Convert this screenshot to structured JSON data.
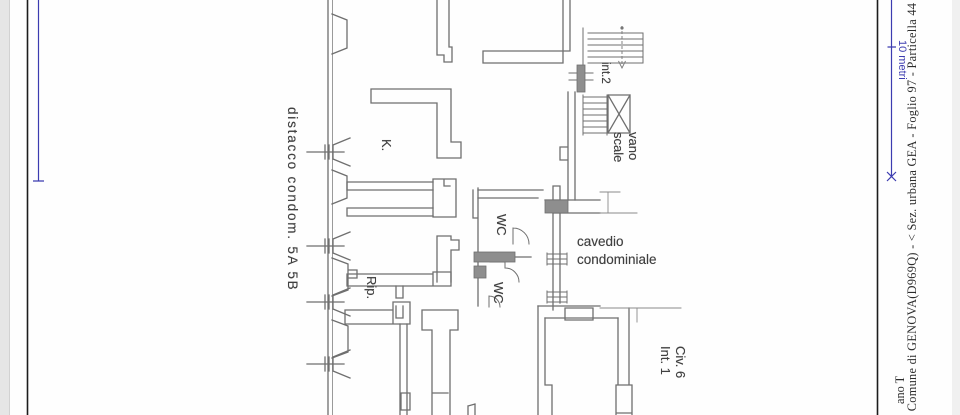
{
  "document": {
    "margin_text_main": "- Comune di GENOVA(D969Q) - < Sez. urbana GEA -  Foglio 97 - Particella  44 -",
    "margin_text_floor": "ano T",
    "scale_label": "10 metri"
  },
  "plan": {
    "labels": {
      "kitchen": "K.",
      "storage": "Rip.",
      "wc_top": "WC",
      "wc_bottom": "WC",
      "unit2": "int.2",
      "stairwell_line1": "vano",
      "stairwell_line2": "scale",
      "courtyard_line1": "cavedio",
      "courtyard_line2": "condominiale",
      "unit1_line1": "Civ. 6",
      "unit1_line2": "Int. 1",
      "detachment": "distacco condom. 5A 5B"
    }
  },
  "colors": {
    "wall_line": "#6f6f6f",
    "frame_line": "#1c1c1c",
    "scale_blue": "#3c3cb0",
    "label_gray": "#404040"
  }
}
